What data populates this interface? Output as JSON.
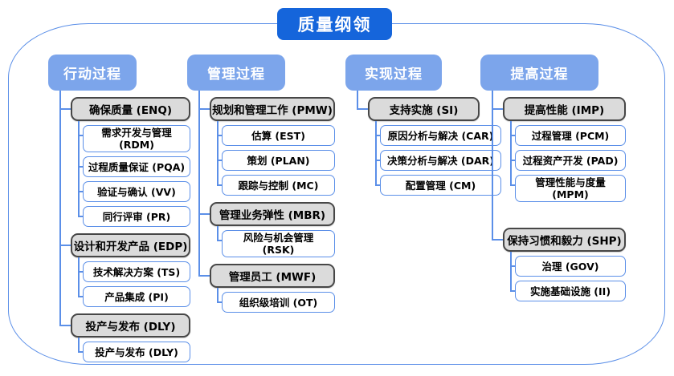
{
  "title": "质量纲领",
  "colors": {
    "title_bg": "#1565DB",
    "header_bg": "#7CA5EB",
    "group_fill": "#DBDBDB",
    "group_border": "#474747",
    "node_border": "#5B8FE8",
    "line": "#5B8FE8",
    "text_dark": "#000000",
    "text_light": "#FFFFFF"
  },
  "columns": [
    {
      "header": "行动过程",
      "groups": [
        {
          "label": "确保质量 (ENQ)",
          "children": [
            "需求开发与管理 (RDM)",
            "过程质量保证 (PQA)",
            "验证与确认 (VV)",
            "同行评审 (PR)"
          ]
        },
        {
          "label": "设计和开发产品 (EDP)",
          "children": [
            "技术解决方案 (TS)",
            "产品集成 (PI)"
          ]
        },
        {
          "label": "投产与发布 (DLY)",
          "children": [
            "投产与发布 (DLY)"
          ]
        }
      ]
    },
    {
      "header": "管理过程",
      "groups": [
        {
          "label": "规划和管理工作 (PMW)",
          "children": [
            "估算 (EST)",
            "策划 (PLAN)",
            "跟踪与控制 (MC)"
          ]
        },
        {
          "label": "管理业务弹性 (MBR)",
          "children": [
            "风险与机会管理 (RSK)"
          ]
        },
        {
          "label": "管理员工 (MWF)",
          "children": [
            "组织级培训 (OT)"
          ]
        }
      ]
    },
    {
      "header": "实现过程",
      "groups": [
        {
          "label": "支持实施 (SI)",
          "children": [
            "原因分析与解决 (CAR)",
            "决策分析与解决 (DAR)",
            "配置管理 (CM)"
          ]
        }
      ]
    },
    {
      "header": "提高过程",
      "groups": [
        {
          "label": "提高性能 (IMP)",
          "children": [
            "过程管理 (PCM)",
            "过程资产开发 (PAD)",
            "管理性能与度量\n(MPM)"
          ]
        },
        {
          "label": "保持习惯和毅力 (SHP)",
          "children": [
            "治理 (GOV)",
            "实施基础设施 (II)"
          ]
        }
      ]
    }
  ]
}
